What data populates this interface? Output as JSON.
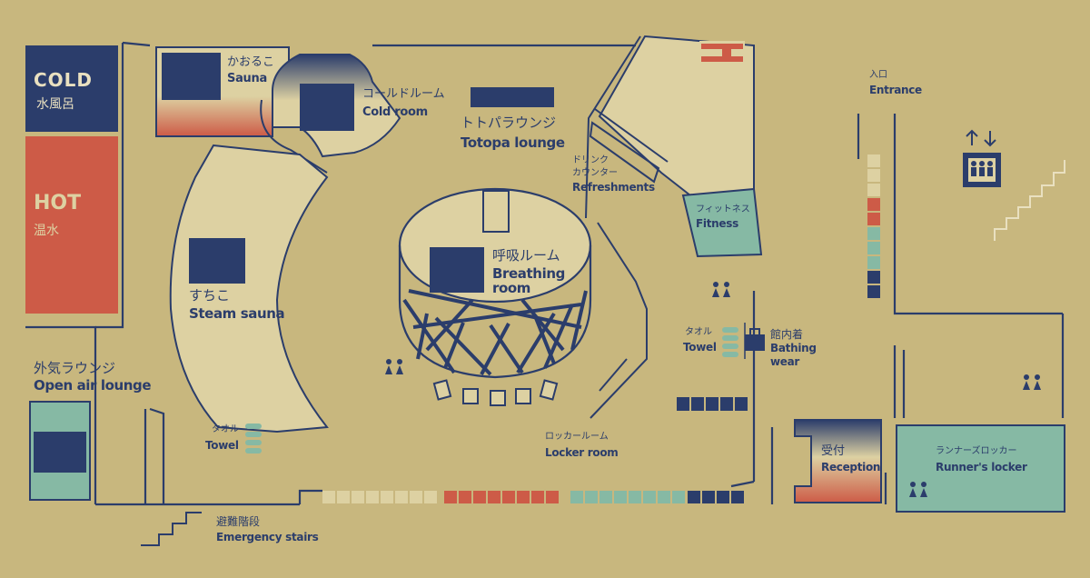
{
  "colors": {
    "background": "#c8b77e",
    "navy": "#2b3d6b",
    "red": "#cd5b47",
    "teal": "#86b9a4",
    "cream": "#ddd1a2"
  },
  "rooms": {
    "cold_bath": {
      "logo": "COLD",
      "jp": "水風呂"
    },
    "hot_bath": {
      "logo": "HOT",
      "jp": "温水"
    },
    "kaoruko_sauna": {
      "jp": "かおるこ",
      "en": "Sauna"
    },
    "cold_room": {
      "jp": "コールドルーム",
      "en": "Cold room"
    },
    "totopa_lounge": {
      "jp": "トトパラウンジ",
      "en": "Totopa lounge"
    },
    "refreshments": {
      "jp1": "ドリンク",
      "jp2": "カウンター",
      "en": "Refreshments"
    },
    "fitness": {
      "jp": "フィットネス",
      "en": "Fitness"
    },
    "entrance": {
      "jp": "入口",
      "en": "Entrance"
    },
    "steam_sauna": {
      "jp": "すちこ",
      "en": "Steam sauna"
    },
    "breathing_room": {
      "jp": "呼吸ルーム",
      "en1": "Breathing",
      "en2": "room"
    },
    "open_air_lounge": {
      "jp": "外気ラウンジ",
      "en": "Open air lounge"
    },
    "towel_left": {
      "jp": "タオル",
      "en": "Towel"
    },
    "towel_right": {
      "jp": "タオル",
      "en": "Towel"
    },
    "bathing_wear": {
      "jp": "館内着",
      "en1": "Bathing",
      "en2": "wear"
    },
    "locker_room": {
      "jp": "ロッカールーム",
      "en": "Locker room"
    },
    "reception": {
      "jp": "受付",
      "en": "Reception"
    },
    "runners_locker": {
      "jp": "ランナーズロッカー",
      "en": "Runner's locker"
    },
    "emergency_stairs": {
      "jp": "避難階段",
      "en": "Emergency stairs"
    }
  },
  "icons": [
    "cold-logo",
    "hot-logo",
    "sauna-icon",
    "cold-room-icon",
    "totopa-logo",
    "fire-exit-icon",
    "elevator-icon",
    "steam-sauna-icon",
    "breathing-room-icon",
    "open-air-icon",
    "restroom-icon",
    "bag-icon",
    "towel-icon"
  ]
}
